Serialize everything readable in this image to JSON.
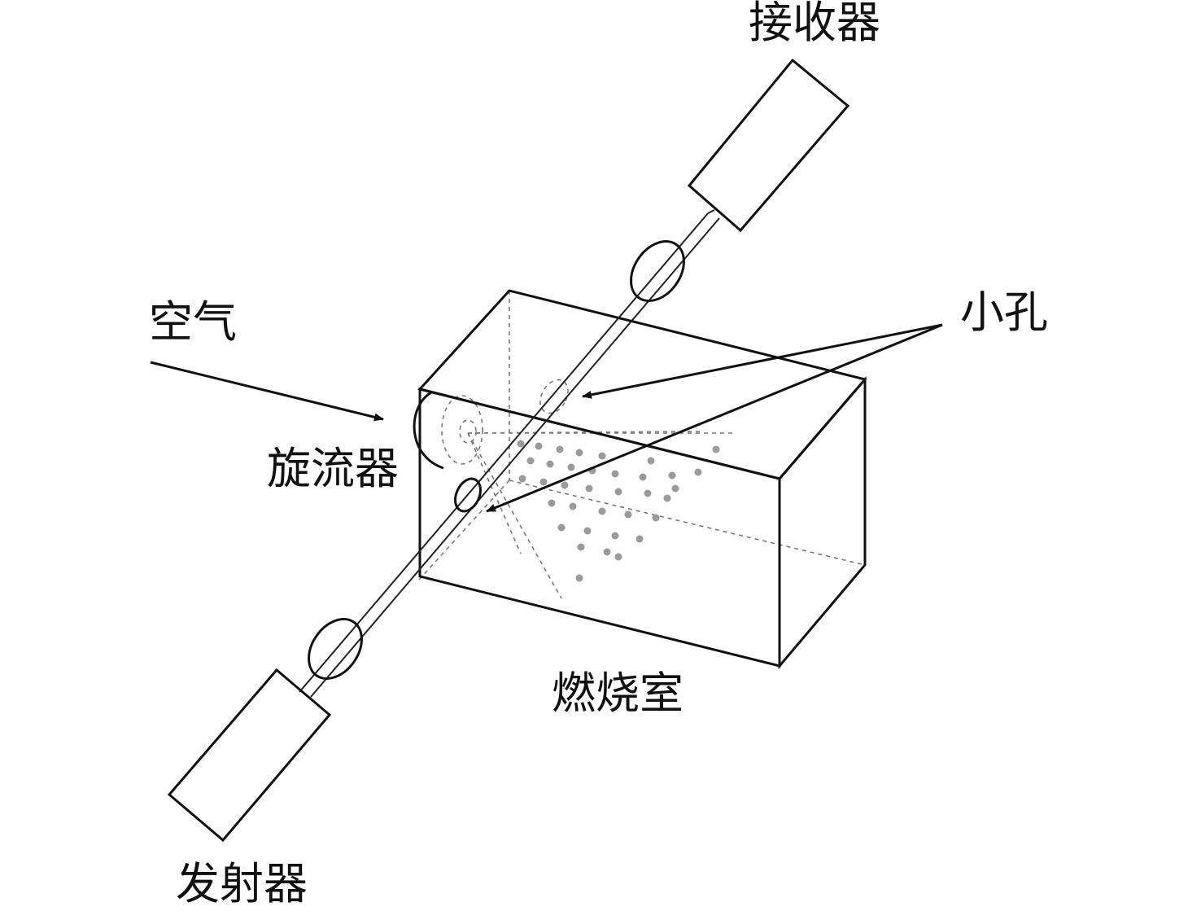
{
  "labels": {
    "receiver": "接收器",
    "air": "空气",
    "hole": "小孔",
    "swirler": "旋流器",
    "combustion_chamber": "燃烧室",
    "emitter": "发射器"
  },
  "colors": {
    "stroke": "#111111",
    "dash": "#777777",
    "spray_dots": "#9a9a9a"
  }
}
